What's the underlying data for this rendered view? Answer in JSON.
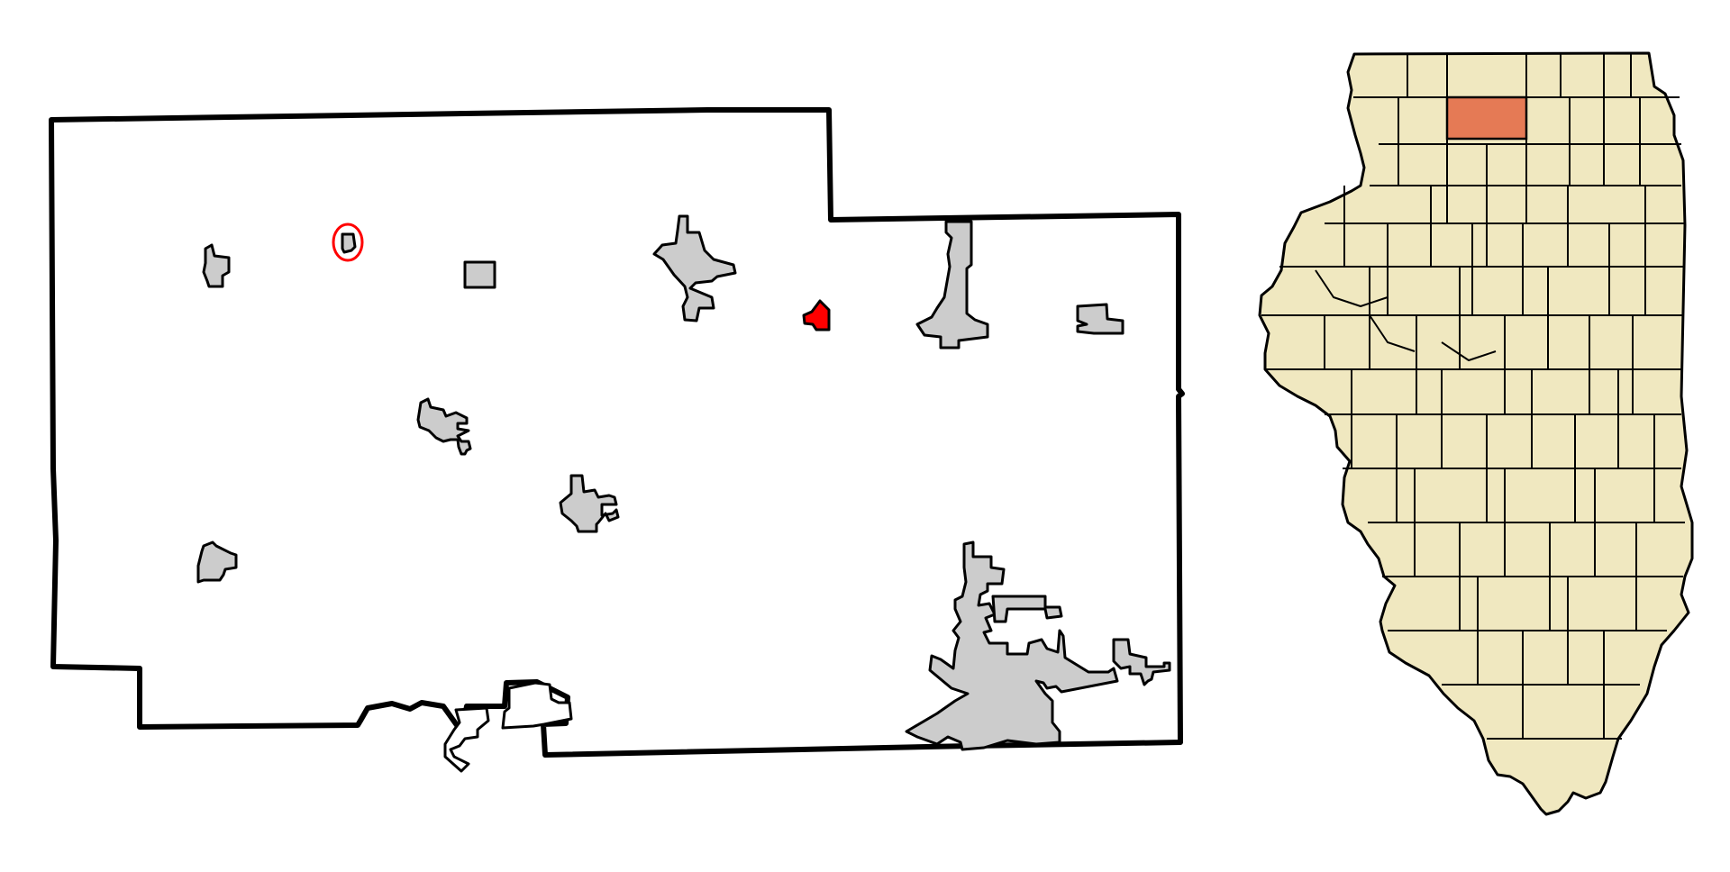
{
  "map": {
    "type": "locator-map",
    "county_view": {
      "places_count": 14,
      "highlighted_place": "red-filled-place",
      "marked_place": "red-circled-place"
    },
    "state_view": {
      "highlighted_county_position": "north-central"
    }
  },
  "colors": {
    "place_fill": "#cccccc",
    "highlight_fill": "#ff0000",
    "marker": "#ff0000",
    "state_fill": "#f0e8c0",
    "state_highlight": "#e57a55",
    "outline": "#000000",
    "background": "#ffffff"
  }
}
